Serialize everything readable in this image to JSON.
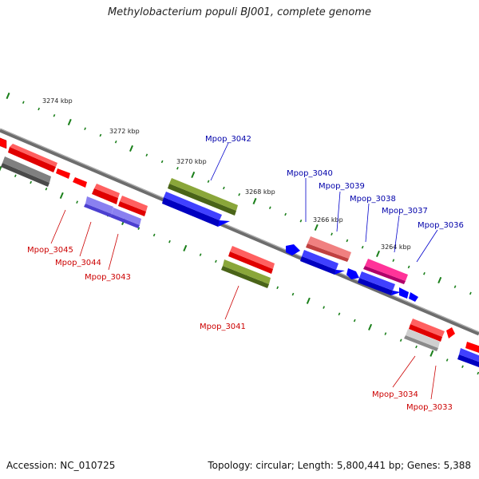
{
  "title": "Methylobacterium populi BJ001, complete genome",
  "footer": {
    "accession": "Accession: NC_010725",
    "topology": "Topology: circular; Length: 5,800,441 bp; Genes: 5,388"
  },
  "colors": {
    "red": "#ff0000",
    "blue": "#0000ff",
    "olive": "#6b8e23",
    "gray": "#707070",
    "light_gray": "#bdbdbd",
    "pink": "#f07f7f",
    "magenta": "#ff1493",
    "lavender": "#7b68ee",
    "tick": "#1a7f1a",
    "backbone": "#8a8a8a",
    "label_top": "#0000aa",
    "label_bottom": "#cc0000"
  },
  "scale_labels": [
    "3274 kbp",
    "3272 kbp",
    "3270 kbp",
    "3268 kbp",
    "3266 kbp",
    "3264 kbp"
  ],
  "gene_labels_top": [
    "Mpop_3042",
    "Mpop_3040",
    "Mpop_3039",
    "Mpop_3038",
    "Mpop_3037",
    "Mpop_3036"
  ],
  "gene_labels_bottom": [
    "Mpop_3045",
    "Mpop_3044",
    "Mpop_3043",
    "Mpop_3041",
    "Mpop_3034",
    "Mpop_3033"
  ]
}
